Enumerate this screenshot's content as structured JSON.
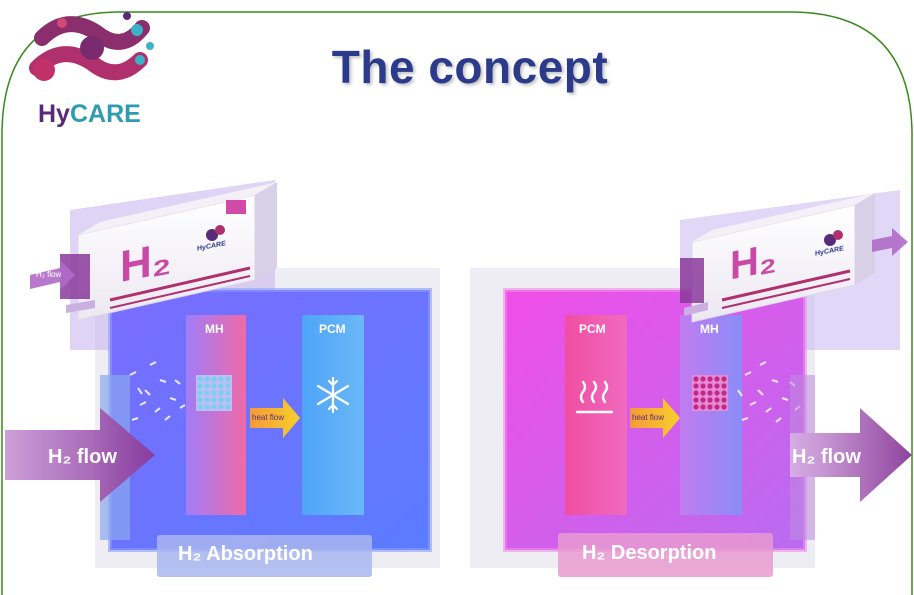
{
  "title": "The concept",
  "logo": {
    "brand_hy": "Hy",
    "brand_care": "CARE"
  },
  "absorption": {
    "mh_label": "MH",
    "pcm_label": "PCM",
    "heat_flow_label": "heat flow",
    "h2_flow_label": "H₂ flow",
    "tank_label": "H₂",
    "tank_brand": "HyCARE",
    "small_flow_label": "H₂ flow",
    "bottom_label": "H₂ Absorption",
    "pcm_icon": "snowflake-icon"
  },
  "desorption": {
    "pcm_label": "PCM",
    "mh_label": "MH",
    "heat_flow_label": "heat flow",
    "h2_flow_label": "H₂ flow",
    "tank_label": "H₂",
    "tank_brand": "HyCARE",
    "bottom_label": "H₂ Desorption",
    "pcm_icon": "heat-waves-icon"
  },
  "colors": {
    "title": "#2c3a8c",
    "border": "#3b8a1e",
    "absorption_blue": "#5b7cff",
    "desorption_pink": "#e84fe0",
    "arrow_purple": "#9b3fa8",
    "heat_arrow": "#f4b52a"
  }
}
